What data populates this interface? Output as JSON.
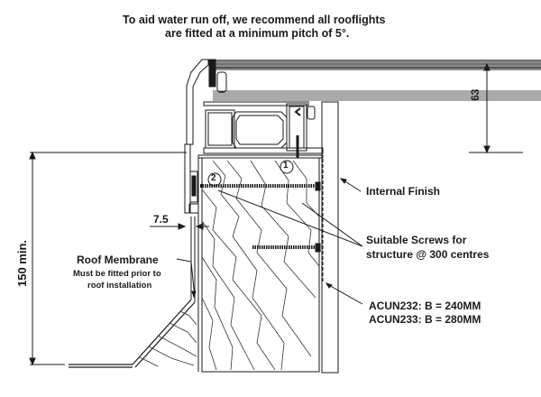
{
  "note": {
    "line1": "To aid water run off, we recommend all rooflights",
    "line2": "are fitted at a minimum pitch of 5°."
  },
  "dimensions": {
    "upstand_height": "63",
    "min_height": "150 min.",
    "gap": "7.5"
  },
  "callouts": {
    "marker1": "1",
    "marker2": "2",
    "internal_finish": "Internal Finish",
    "screws_line1": "Suitable Screws for",
    "screws_line2": "structure @ 300 centres",
    "membrane_title": "Roof Membrane",
    "membrane_line1": "Must be fitted prior to",
    "membrane_line2": "roof installation",
    "model1": "ACUN232: B = 240MM",
    "model2": "ACUN233: B = 280MM"
  },
  "colors": {
    "line": "#1a1a1a",
    "background": "#ffffff"
  }
}
